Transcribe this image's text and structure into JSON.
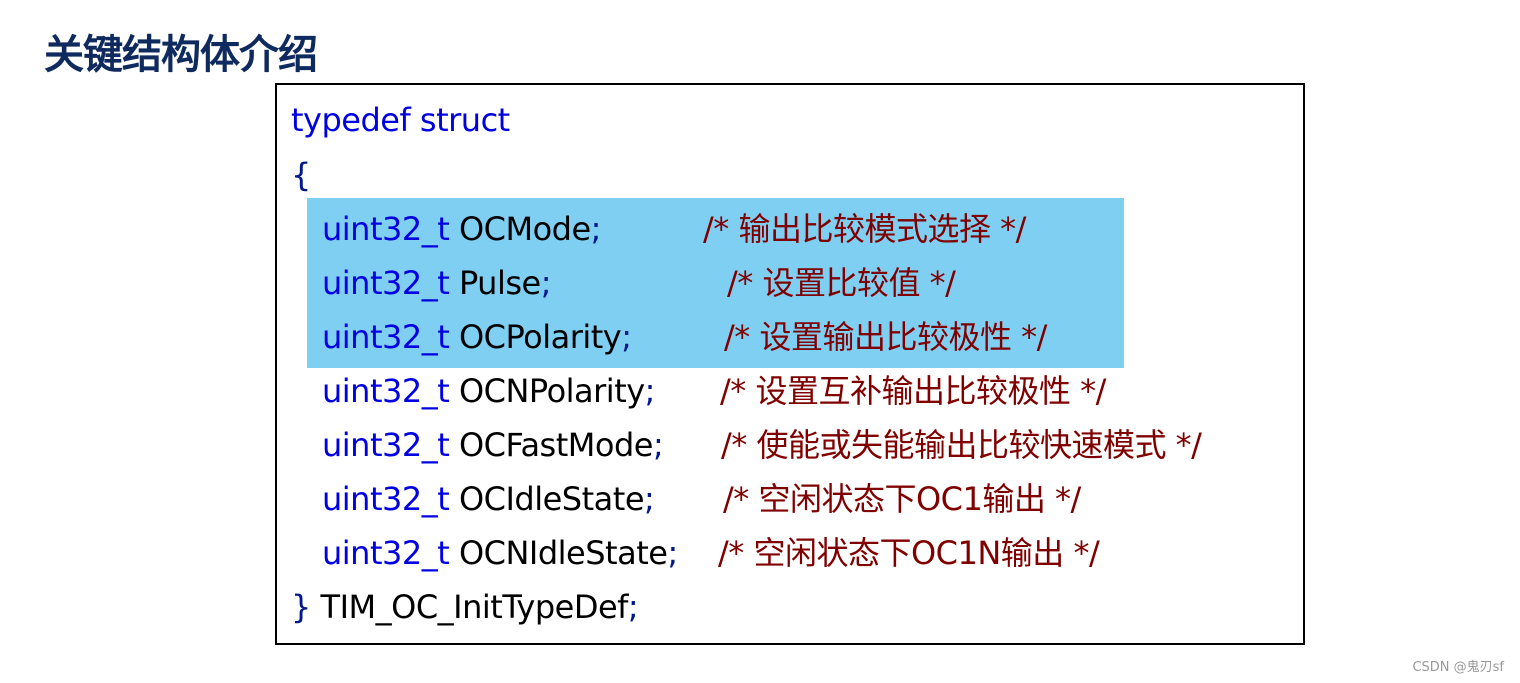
{
  "title": "关键结构体介绍",
  "code": {
    "open": "typedef struct",
    "brace_open": "{",
    "fields": [
      {
        "type": "uint32_t",
        "name": "OCMode",
        "comment": "/* 输出比较模式选择 */",
        "highlighted": true
      },
      {
        "type": "uint32_t",
        "name": "Pulse",
        "comment": "/* 设置比较值 */",
        "highlighted": true
      },
      {
        "type": "uint32_t",
        "name": "OCPolarity",
        "comment": "/* 设置输出比较极性 */",
        "highlighted": true
      },
      {
        "type": "uint32_t",
        "name": "OCNPolarity",
        "comment": "/* 设置互补输出比较极性 */",
        "highlighted": false
      },
      {
        "type": "uint32_t",
        "name": "OCFastMode",
        "comment": "/* 使能或失能输出比较快速模式 */",
        "highlighted": false
      },
      {
        "type": "uint32_t",
        "name": "OCIdleState",
        "comment": "/* 空闲状态下OC1输出 */",
        "highlighted": false
      },
      {
        "type": "uint32_t",
        "name": "OCNIdleState",
        "comment": "/* 空闲状态下OC1N输出 */",
        "highlighted": false
      }
    ],
    "semicolon": ";",
    "brace_close": "}",
    "typedef_name": "TIM_OC_InitTypeDef",
    "highlight_color": "#7fcff2"
  },
  "watermark": "CSDN @鬼刃sf"
}
